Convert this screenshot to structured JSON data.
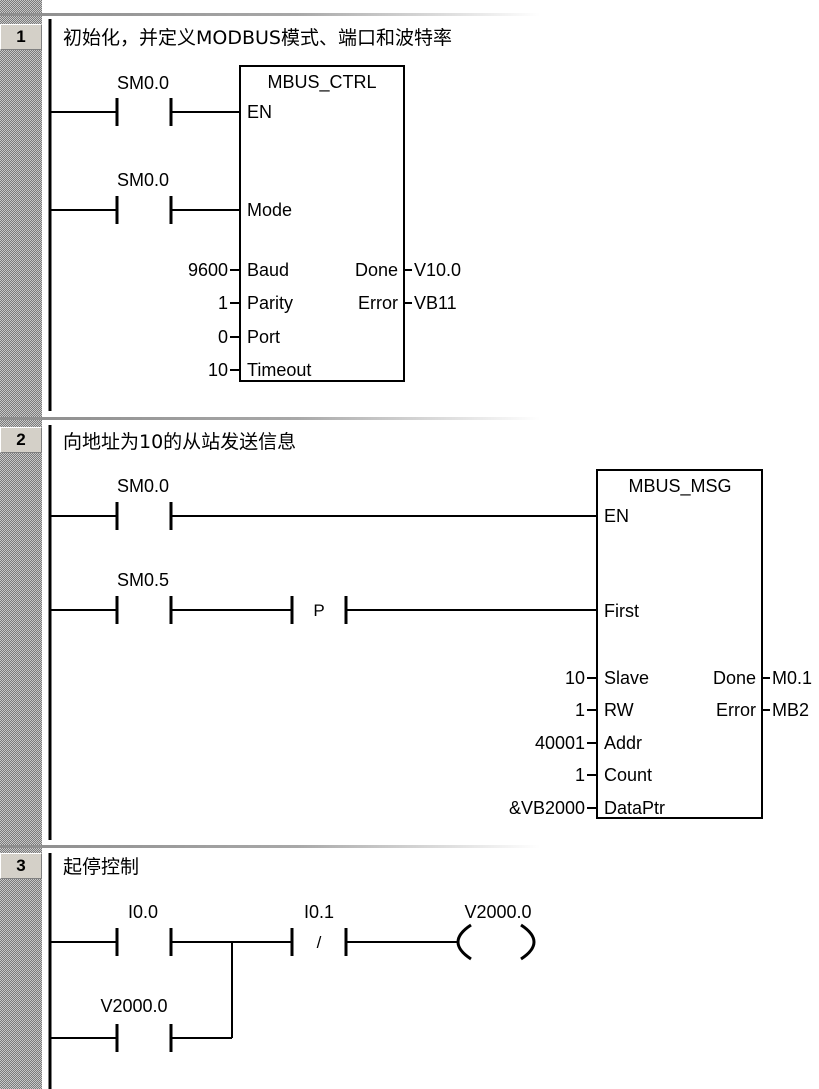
{
  "colors": {
    "ink": "#000000",
    "paper": "#ffffff",
    "strip_dark": "#7b7b7b",
    "strip_light": "#c8c8c8",
    "header": "#d4d0c8"
  },
  "networks": [
    {
      "number": "1",
      "title": "初始化，并定义MODBUS模式、端口和波特率",
      "contacts": [
        {
          "address": "SM0.0"
        },
        {
          "address": "SM0.0"
        }
      ],
      "box": {
        "name": "MBUS_CTRL",
        "inputs": [
          {
            "pin": "EN"
          },
          {
            "pin": "Mode"
          },
          {
            "pin": "Baud",
            "value": "9600"
          },
          {
            "pin": "Parity",
            "value": "1"
          },
          {
            "pin": "Port",
            "value": "0"
          },
          {
            "pin": "Timeout",
            "value": "10"
          }
        ],
        "outputs": [
          {
            "pin": "Done",
            "value": "V10.0"
          },
          {
            "pin": "Error",
            "value": "VB11"
          }
        ]
      }
    },
    {
      "number": "2",
      "title": "向地址为10的从站发送信息",
      "contacts": [
        {
          "address": "SM0.0"
        },
        {
          "address": "SM0.5"
        },
        {
          "symbol": "P"
        }
      ],
      "box": {
        "name": "MBUS_MSG",
        "inputs": [
          {
            "pin": "EN"
          },
          {
            "pin": "First"
          },
          {
            "pin": "Slave",
            "value": "10"
          },
          {
            "pin": "RW",
            "value": "1"
          },
          {
            "pin": "Addr",
            "value": "40001"
          },
          {
            "pin": "Count",
            "value": "1"
          },
          {
            "pin": "DataPtr",
            "value": "&VB2000"
          }
        ],
        "outputs": [
          {
            "pin": "Done",
            "value": "M0.1"
          },
          {
            "pin": "Error",
            "value": "MB2"
          }
        ]
      }
    },
    {
      "number": "3",
      "title": "起停控制",
      "contacts": [
        {
          "address": "I0.0"
        },
        {
          "address": "I0.1",
          "symbol": "/"
        },
        {
          "address": "V2000.0"
        }
      ],
      "coil": {
        "address": "V2000.0"
      }
    }
  ]
}
